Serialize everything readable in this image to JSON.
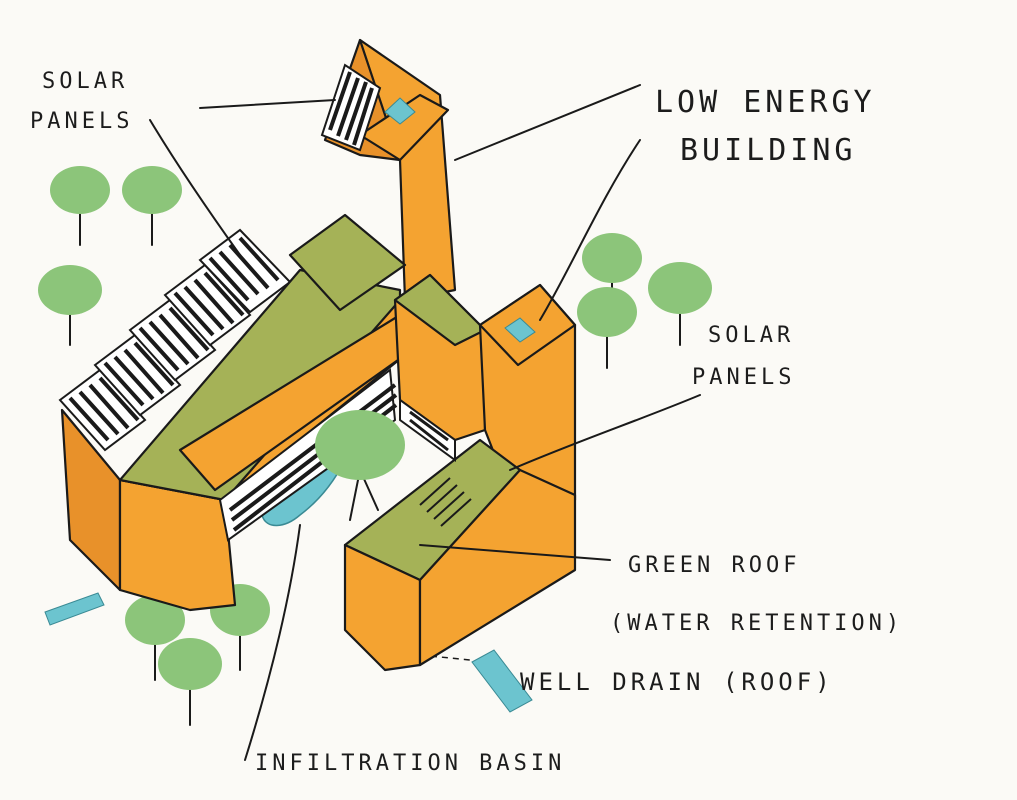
{
  "labels": {
    "solar_panels_top_line1": "SOLAR",
    "solar_panels_top_line2": "PANELS",
    "low_energy_line1": "LOW ENERGY",
    "low_energy_line2": "BUILDING",
    "solar_panels_right_line1": "SOLAR",
    "solar_panels_right_line2": "PANELS",
    "green_roof_line1": "GREEN ROOF",
    "green_roof_line2": "(WATER RETENTION)",
    "well_drain": "WELL DRAIN (ROOF)",
    "infiltration_basin": "INFILTRATION BASIN"
  },
  "colors": {
    "building": "#f4a331",
    "building_shade": "#e8912a",
    "green_roof": "#a5b257",
    "water": "#6cc4cf",
    "tree": "#8cc57a",
    "ink": "#1a1a1a"
  }
}
